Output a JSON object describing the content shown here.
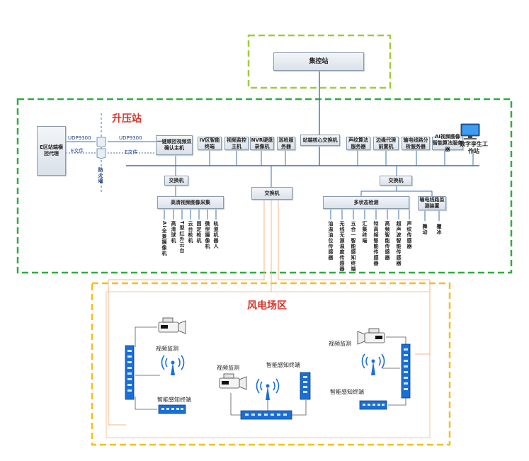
{
  "top": {
    "center_label": "集控站"
  },
  "booster": {
    "title": "升压站",
    "agent_label": "E区站端横控代理",
    "udp_left": "UDP9300",
    "udp_right": "UDP9300",
    "efile_left": "E文件",
    "efile_right": "E文件",
    "firewall": "防火墙",
    "servers": [
      "一键顺控视频双确认主机",
      "IV区智能终端",
      "视频监控主机",
      "NVR硬盘录像机",
      "巡检服务器",
      "站端核心交换机",
      "声纹算法服务器",
      "边缘代理前置机",
      "输电线路分析服务器",
      "AI视频图像智能算法服务器"
    ],
    "workstation": "数字孪生工作站",
    "switch_left": "交换机",
    "switch_mid": "交换机",
    "switch_right": "交换机",
    "camera_group": "高清视频图像采集",
    "cameras": [
      "AI全景摄像机",
      "高清球机",
      "T型红外云台",
      "云台枪机",
      "固定枪机",
      "微型摄像机",
      "轨道机器人"
    ],
    "multi_group": "多状态检测",
    "sensors": [
      "油温油位传感器",
      "无线无源温度传感器",
      "五合一智能感知终端",
      "汇集终端",
      "特高频智能传感器",
      "高频智能传感器",
      "超声波智能传感器",
      "声纹传感器"
    ],
    "line_group": "输电线路监测装置",
    "line_items": [
      "舞动",
      "覆冰"
    ]
  },
  "wind": {
    "title": "风电场区",
    "video_left": "视频监测",
    "sensor_left": "智能感知终端",
    "video_mid": "视频监测",
    "sensor_mid": "智能感知终端",
    "video_right": "视频监测",
    "sensor_right": "智能感知终端"
  },
  "colors": {
    "green_dash": "#2ead3e",
    "lime_dash": "#9ccc3c",
    "yellow_dash": "#f2c01c",
    "title_red": "#d9342b",
    "bus_blue": "#3b6fb5",
    "link_orange": "#f4b68a"
  }
}
